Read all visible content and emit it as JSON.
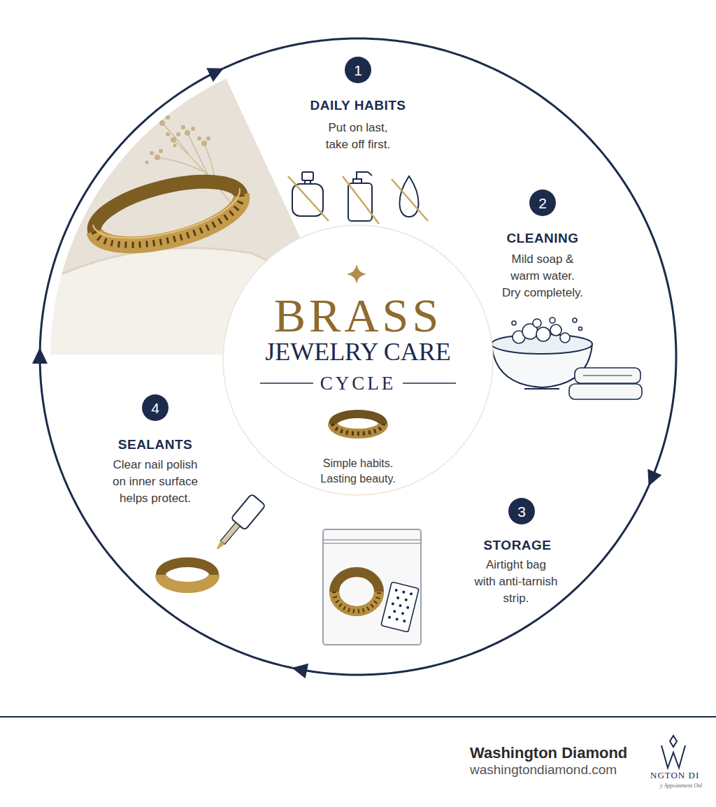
{
  "diagram": {
    "nodes": [
      {
        "text": [
          "BRASS",
          "JEWELRY CARE",
          "CYCLE",
          "Simple habits. Lasting beauty."
        ]
      },
      {
        "text": [
          "DAILY HABITS",
          "Put on last, take off first."
        ]
      },
      {
        "text": [
          "1"
        ],
        "in": 1
      },
      {
        "text": [
          "CLEANING",
          "Mild soap & warm water. Dry completely."
        ]
      },
      {
        "text": [
          "2"
        ],
        "in": 3
      },
      {
        "text": [
          "STORAGE",
          "Airtight bag with anti-tarnish strip."
        ]
      },
      {
        "text": [
          "3"
        ],
        "in": 5
      },
      {
        "text": [
          "SEALANTS",
          "Clear nail polish on inner surface helps protect."
        ]
      },
      {
        "text": [
          "4"
        ],
        "in": 7
      }
    ],
    "edges": [
      {
        "from": 1,
        "to": 3,
        "arrow": "none"
      },
      {
        "from": 3,
        "to": 5,
        "arrow": "to"
      },
      {
        "from": 5,
        "to": 7,
        "arrow": "to"
      },
      {
        "from": 7,
        "to": 1,
        "arrow": "to"
      }
    ],
    "labels": [
      "Washington Diamond",
      "washingtondiamond.com",
      "NGTON DI",
      "y Appointment Onl"
    ]
  }
}
